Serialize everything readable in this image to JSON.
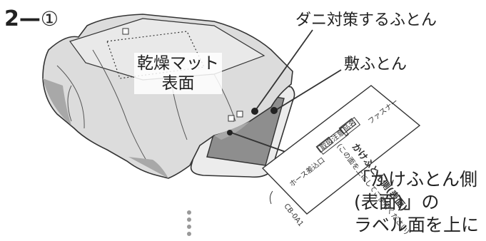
{
  "step": {
    "number": "2",
    "dash": "—",
    "sub": "①"
  },
  "labels": {
    "target_futon": "ダニ対策するふとん",
    "mattress": "敷ふとん",
    "mat_line1": "乾燥マット",
    "mat_line2": "表面"
  },
  "callout": {
    "line1": "「かけふとん側",
    "line2": "(表面)」の",
    "line3": "ラベル面を上に"
  },
  "tag": {
    "title": "かけふとん側(表面)",
    "note1": "(この面を上にしてご使用ください)",
    "note2": "ホース差込口",
    "note3": "ファスナー",
    "box1": "取扱注意",
    "box2": "品名",
    "code": "CB-0A1"
  },
  "colors": {
    "line": "#333333",
    "fabric": "#d8d8d8",
    "shade": "#9a9a9a",
    "dark": "#7a7a7a"
  }
}
